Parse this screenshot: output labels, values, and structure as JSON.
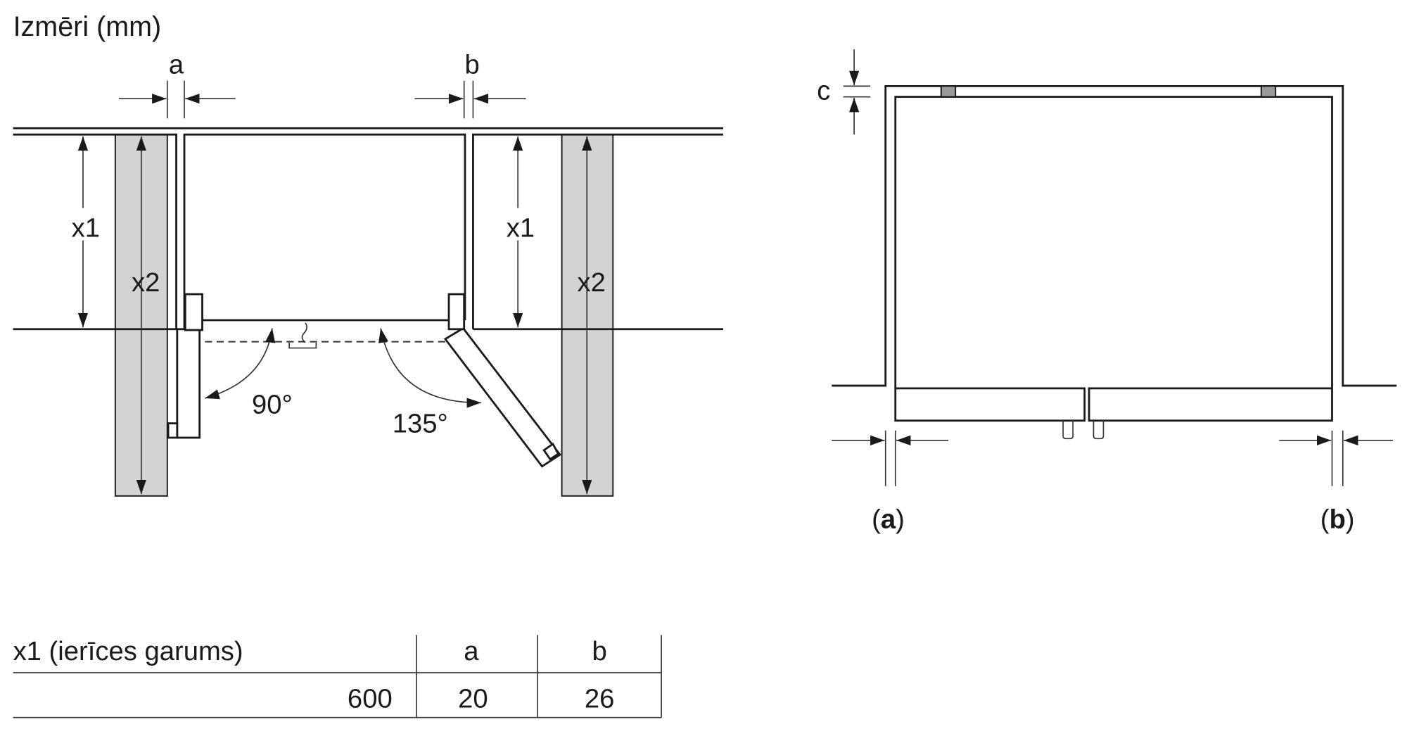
{
  "title": "Izmēri (mm)",
  "left_diagram": {
    "label_a": "a",
    "label_b": "b",
    "label_x1": "x1",
    "label_x2": "x2",
    "angle_left": "90°",
    "angle_right": "135°"
  },
  "right_diagram": {
    "label_c": "c",
    "label_a": "a",
    "label_b": "b"
  },
  "table": {
    "headers": [
      "x1 (ierīces garums)",
      "a",
      "b"
    ],
    "rows": [
      [
        "600",
        "20",
        "26"
      ]
    ]
  }
}
